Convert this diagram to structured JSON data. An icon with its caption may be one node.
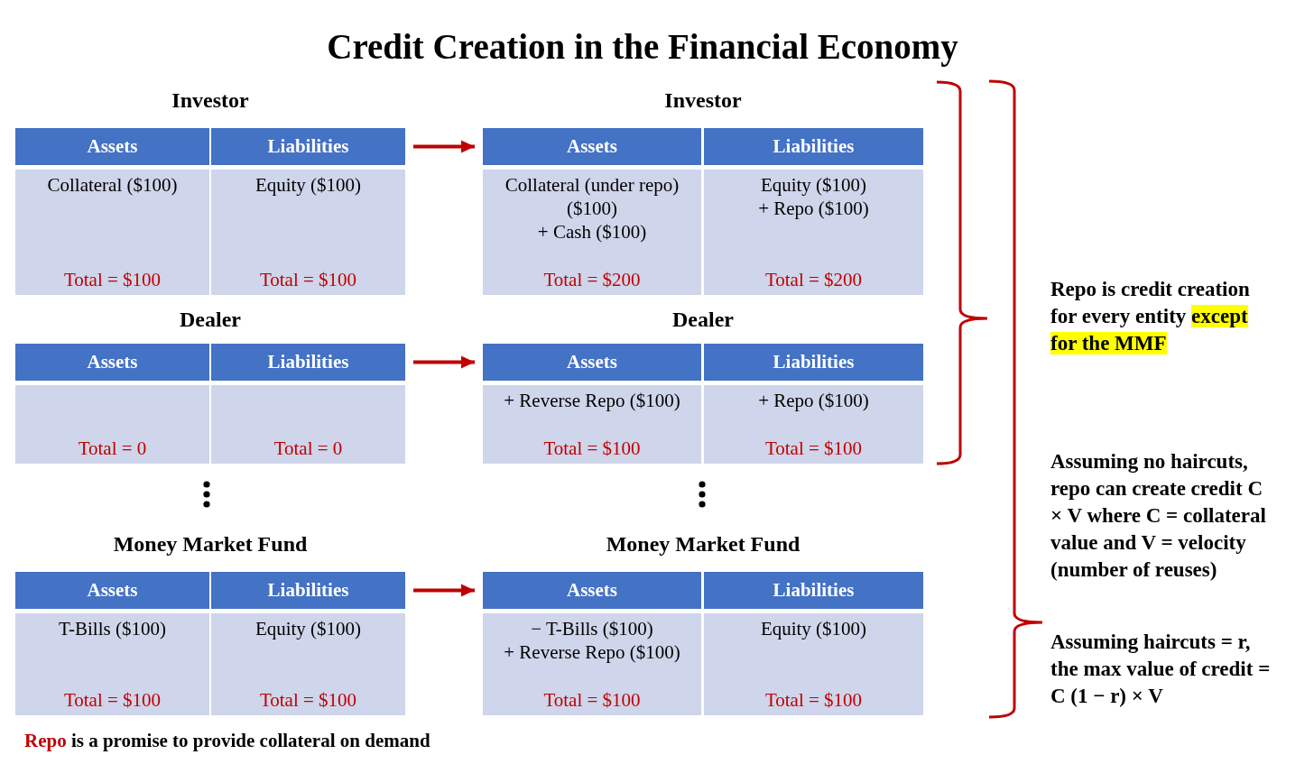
{
  "diagram": {
    "title": "Credit Creation in the Financial Economy",
    "nodes": [
      {
        "text": [
          "Investor"
        ]
      },
      {
        "text": [
          "Assets"
        ],
        "in": 0
      },
      {
        "text": [
          "Liabilities"
        ],
        "in": 0
      },
      {
        "text": [
          "Collateral ($100)",
          "Total = $100"
        ],
        "in": 0
      },
      {
        "text": [
          "Equity ($100)",
          "Total = $100"
        ],
        "in": 0
      },
      {
        "text": [
          "Investor"
        ]
      },
      {
        "text": [
          "Assets"
        ],
        "in": 5
      },
      {
        "text": [
          "Liabilities"
        ],
        "in": 5
      },
      {
        "text": [
          "Collateral (under repo) ($100)",
          "+ Cash ($100)",
          "Total = $200"
        ],
        "in": 5
      },
      {
        "text": [
          "Equity ($100)",
          "+ Repo ($100)",
          "Total = $200"
        ],
        "in": 5
      },
      {
        "text": [
          "Dealer"
        ]
      },
      {
        "text": [
          "Assets"
        ],
        "in": 10
      },
      {
        "text": [
          "Liabilities"
        ],
        "in": 10
      },
      {
        "text": [
          "Total = 0"
        ],
        "in": 10
      },
      {
        "text": [
          "Total = 0"
        ],
        "in": 10
      },
      {
        "text": [
          "Dealer"
        ]
      },
      {
        "text": [
          "Assets"
        ],
        "in": 15
      },
      {
        "text": [
          "Liabilities"
        ],
        "in": 15
      },
      {
        "text": [
          "+ Reverse Repo ($100)",
          "Total = $100"
        ],
        "in": 15
      },
      {
        "text": [
          "+ Repo ($100)",
          "Total = $100"
        ],
        "in": 15
      },
      {
        "text": [
          "Money Market Fund"
        ]
      },
      {
        "text": [
          "Assets"
        ],
        "in": 20
      },
      {
        "text": [
          "Liabilities"
        ],
        "in": 20
      },
      {
        "text": [
          "T-Bills ($100)",
          "Total = $100"
        ],
        "in": 20
      },
      {
        "text": [
          "Equity ($100)",
          "Total = $100"
        ],
        "in": 20
      },
      {
        "text": [
          "Money Market Fund"
        ]
      },
      {
        "text": [
          "Assets"
        ],
        "in": 25
      },
      {
        "text": [
          "Liabilities"
        ],
        "in": 25
      },
      {
        "text": [
          "− T-Bills ($100)",
          "+ Reverse Repo ($100)",
          "Total = $100"
        ],
        "in": 25
      },
      {
        "text": [
          "Equity ($100)",
          "Total = $100"
        ],
        "in": 25
      }
    ],
    "edges": [
      {
        "from": 0,
        "to": 5,
        "arrow": "to"
      },
      {
        "from": 10,
        "to": 15,
        "arrow": "to"
      },
      {
        "from": 20,
        "to": 25,
        "arrow": "to"
      }
    ],
    "labels": [
      "Repo is credit creation for every entity **except for the MMF**",
      "Assuming no haircuts, repo can create credit C × V where C = collateral value and V = velocity (number of reuses)",
      "Assuming haircuts = r, the max value of credit = C (1 − r) × V",
      "**Repo** is a promise to provide collateral on demand"
    ]
  }
}
